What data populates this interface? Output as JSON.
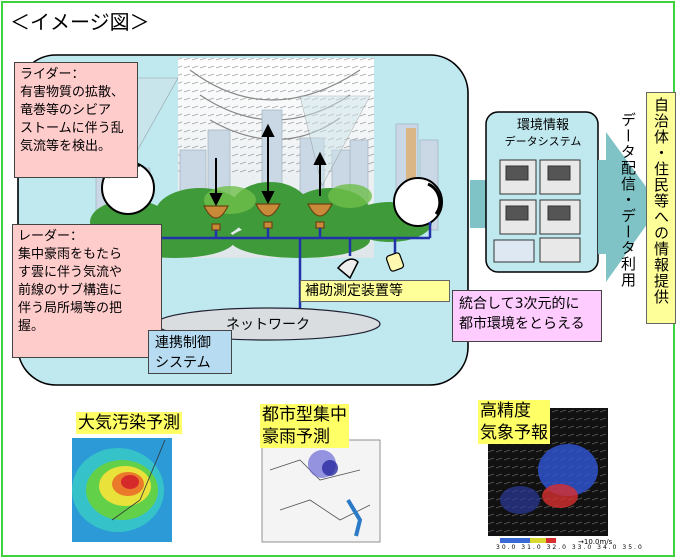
{
  "heading": "＜イメージ図＞",
  "lidar": {
    "title": "ライダー：",
    "lines": [
      "有害物質の拡散、",
      "竜巻等のシビア",
      "ストームに伴う乱",
      "気流等を検出。"
    ]
  },
  "radar": {
    "title": "レーダー：",
    "lines": [
      "集中豪雨をもたら",
      "す雲に伴う気流や",
      "前線のサブ構造に",
      "伴う局所場等の把",
      "握。"
    ]
  },
  "aux_equipment": "補助測定装置等",
  "network": "ネットワーク",
  "control_system": [
    "連携制御",
    "システム"
  ],
  "env_system": [
    "環境情報",
    "データシステム"
  ],
  "integration": [
    "統合して3次元的に",
    "都市環境をとらえる"
  ],
  "data_delivery": "データ配信・データ利用",
  "info_provision": "自治体・住民等への情報提供",
  "maps": [
    {
      "title": "大気汚染予測"
    },
    {
      "title": [
        "都市型集中",
        "豪雨予測"
      ]
    },
    {
      "title": [
        "高精度",
        "気象予報"
      ]
    }
  ],
  "wind_map": {
    "scale_labels": [
      "30.0",
      "31.0",
      "32.0",
      "33.0",
      "34.0",
      "35.0"
    ],
    "wind_unit": "→10.0m/s"
  },
  "colors": {
    "frame": "#3fd23f",
    "panel": "#bfe8ef",
    "arrow": "#7fc3c6",
    "network_line": "#2233aa",
    "highlight_yellow": "#ffff66"
  }
}
